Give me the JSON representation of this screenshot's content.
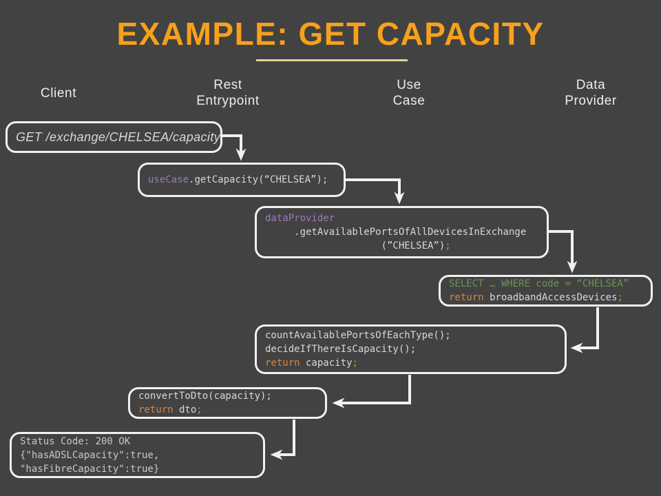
{
  "title": "EXAMPLE: GET CAPACITY",
  "columns": [
    "Client",
    "Rest\nEntrypoint",
    "Use\nCase",
    "Data\nProvider"
  ],
  "colors": {
    "background": "#424242",
    "title_orange": "#F7A11B",
    "underline_gold": "#E5D491",
    "box_border": "#F1F1F1",
    "arrow": "#F1F1F1",
    "code_default": "#D8D8D8",
    "code_purple": "#9A7AB8",
    "code_orange": "#D9873B",
    "code_green": "#6F9255",
    "status_gray": "#C7C9C9"
  },
  "boxes": [
    {
      "name": "client-request",
      "lines": [
        [
          {
            "t": "GET /exchange/CHELSEA/capacity",
            "c": "default"
          }
        ]
      ]
    },
    {
      "name": "rest-entrypoint-call",
      "lines": [
        [
          {
            "t": "useCase",
            "c": "purple"
          },
          {
            "t": ".getCapacity(“CHELSEA”);",
            "c": "default"
          }
        ]
      ]
    },
    {
      "name": "use-case-call",
      "lines": [
        [
          {
            "t": "dataProvider",
            "c": "purple"
          }
        ],
        [
          {
            "t": "     .getAvailablePortsOfAllDevicesInExchange",
            "c": "default"
          }
        ],
        [
          {
            "t": "                    (”CHELSEA”)",
            "c": "default"
          },
          {
            "t": ";",
            "c": "orange"
          }
        ]
      ]
    },
    {
      "name": "data-provider-query",
      "lines": [
        [
          {
            "t": "SELECT … WHERE code = “CHELSEA”",
            "c": "green"
          }
        ],
        [
          {
            "t": "return",
            "c": "orange"
          },
          {
            "t": " broadbandAccessDevices",
            "c": "default"
          },
          {
            "t": ";",
            "c": "orange"
          }
        ]
      ]
    },
    {
      "name": "use-case-logic",
      "lines": [
        [
          {
            "t": "countAvailablePortsOfEachType();",
            "c": "default"
          }
        ],
        [
          {
            "t": "decideIfThereIsCapacity();",
            "c": "default"
          }
        ],
        [
          {
            "t": "return",
            "c": "orange"
          },
          {
            "t": " capacity",
            "c": "default"
          },
          {
            "t": ";",
            "c": "orange"
          }
        ]
      ]
    },
    {
      "name": "rest-convert-dto",
      "lines": [
        [
          {
            "t": "convertToDto(capacity);",
            "c": "default"
          }
        ],
        [
          {
            "t": "return",
            "c": "orange"
          },
          {
            "t": " dto",
            "c": "default"
          },
          {
            "t": ";",
            "c": "orange"
          }
        ]
      ]
    },
    {
      "name": "client-response",
      "lines": [
        [
          {
            "t": "Status Code: 200 OK",
            "c": "status"
          }
        ],
        [
          {
            "t": "{\"hasADSLCapacity\":true,",
            "c": "status"
          }
        ],
        [
          {
            "t": "\"hasFibreCapacity\":true}",
            "c": "status"
          }
        ]
      ]
    }
  ]
}
